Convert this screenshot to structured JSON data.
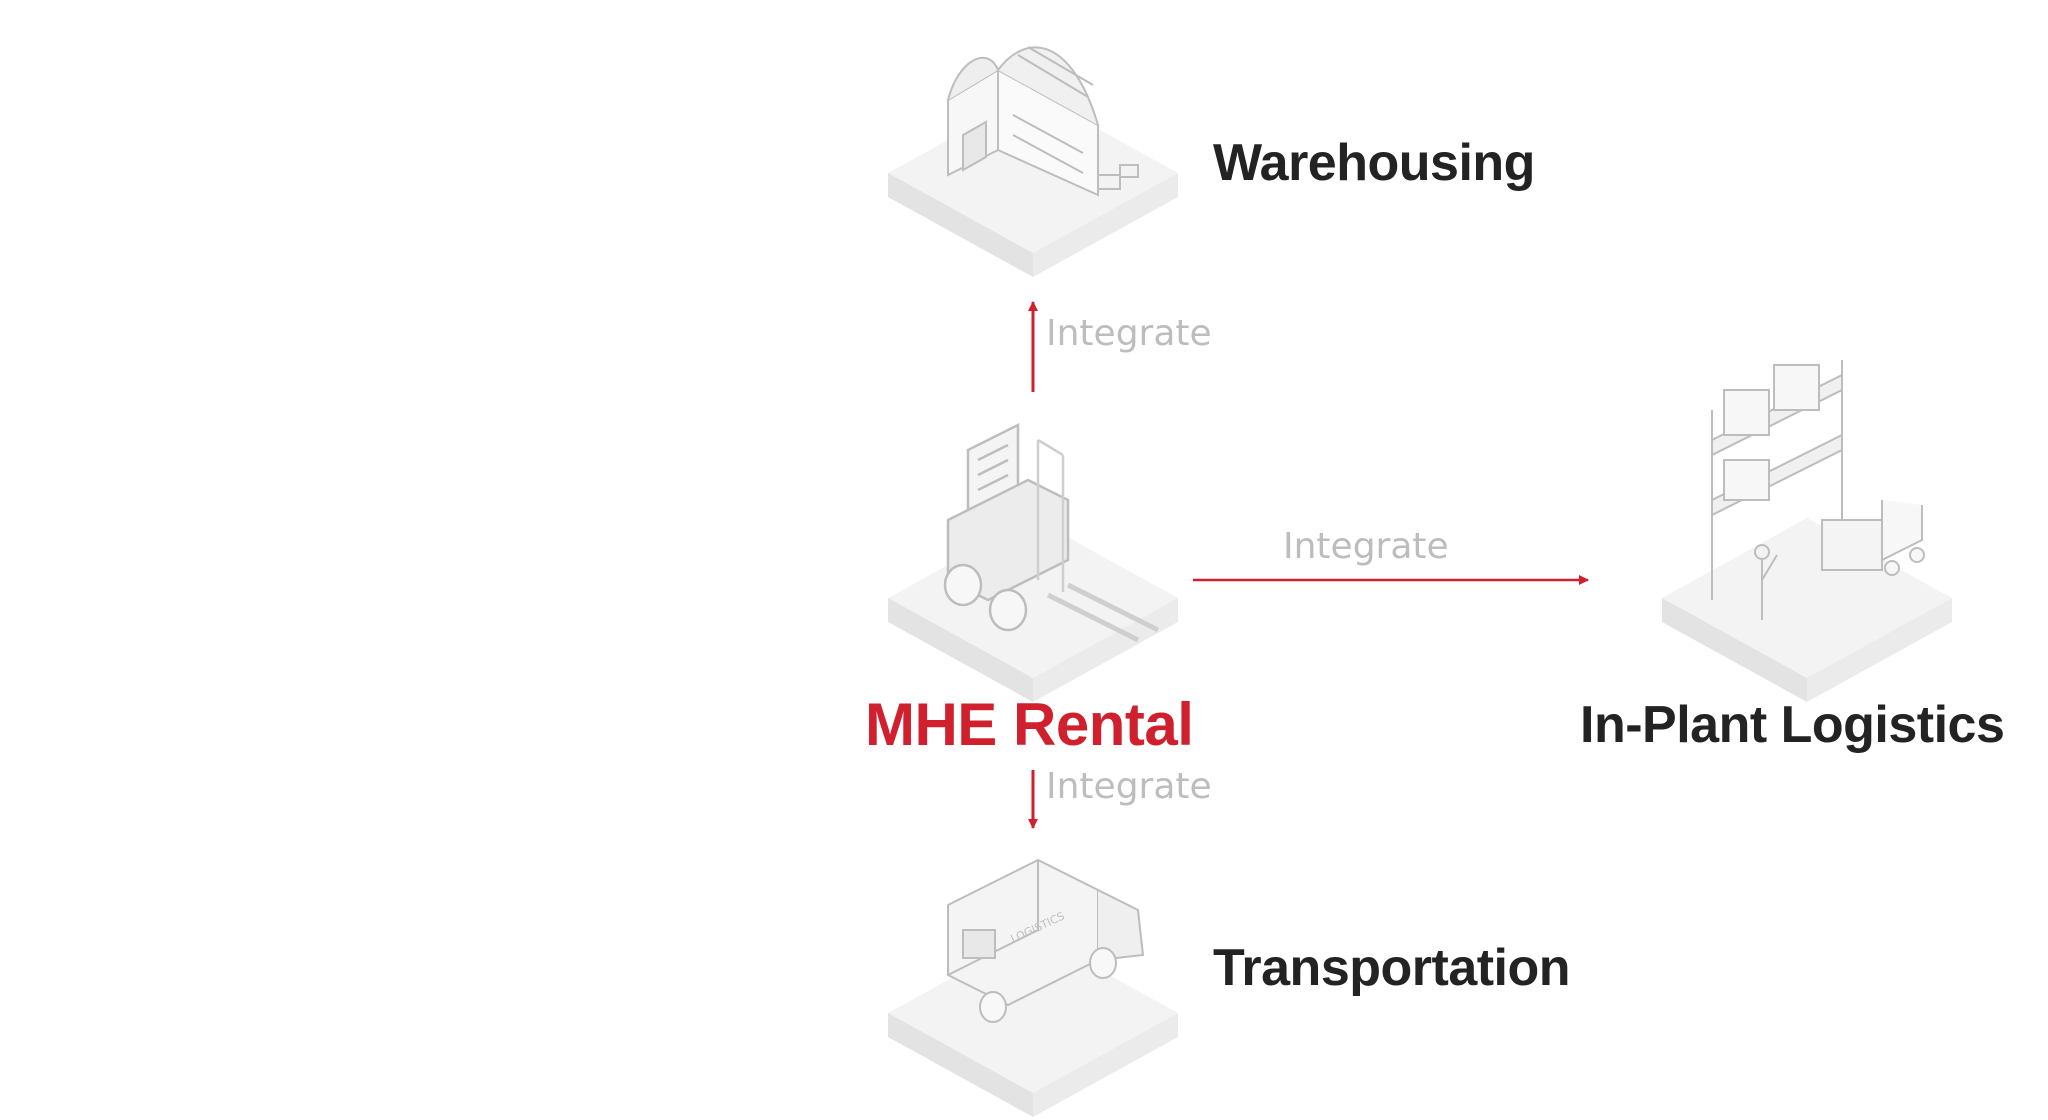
{
  "center": {
    "label": "MHE Rental",
    "icon": "forklift-icon"
  },
  "nodes": {
    "warehousing": {
      "label": "Warehousing",
      "icon": "warehouse-icon"
    },
    "in_plant": {
      "label": "In-Plant Logistics",
      "icon": "storage-rack-icon"
    },
    "transportation": {
      "label": "Transportation",
      "icon": "delivery-truck-icon",
      "truck_text": "LOGISTICS"
    }
  },
  "edges": {
    "up": {
      "label": "Integrate"
    },
    "right": {
      "label": "Integrate"
    },
    "down": {
      "label": "Integrate"
    }
  },
  "colors": {
    "accent": "#d0202e",
    "dark": "#232323",
    "muted": "#bdbdbd",
    "tile": "#efefef",
    "tile_side": "#e4e4e4",
    "illustration": "#c9c9c9"
  }
}
